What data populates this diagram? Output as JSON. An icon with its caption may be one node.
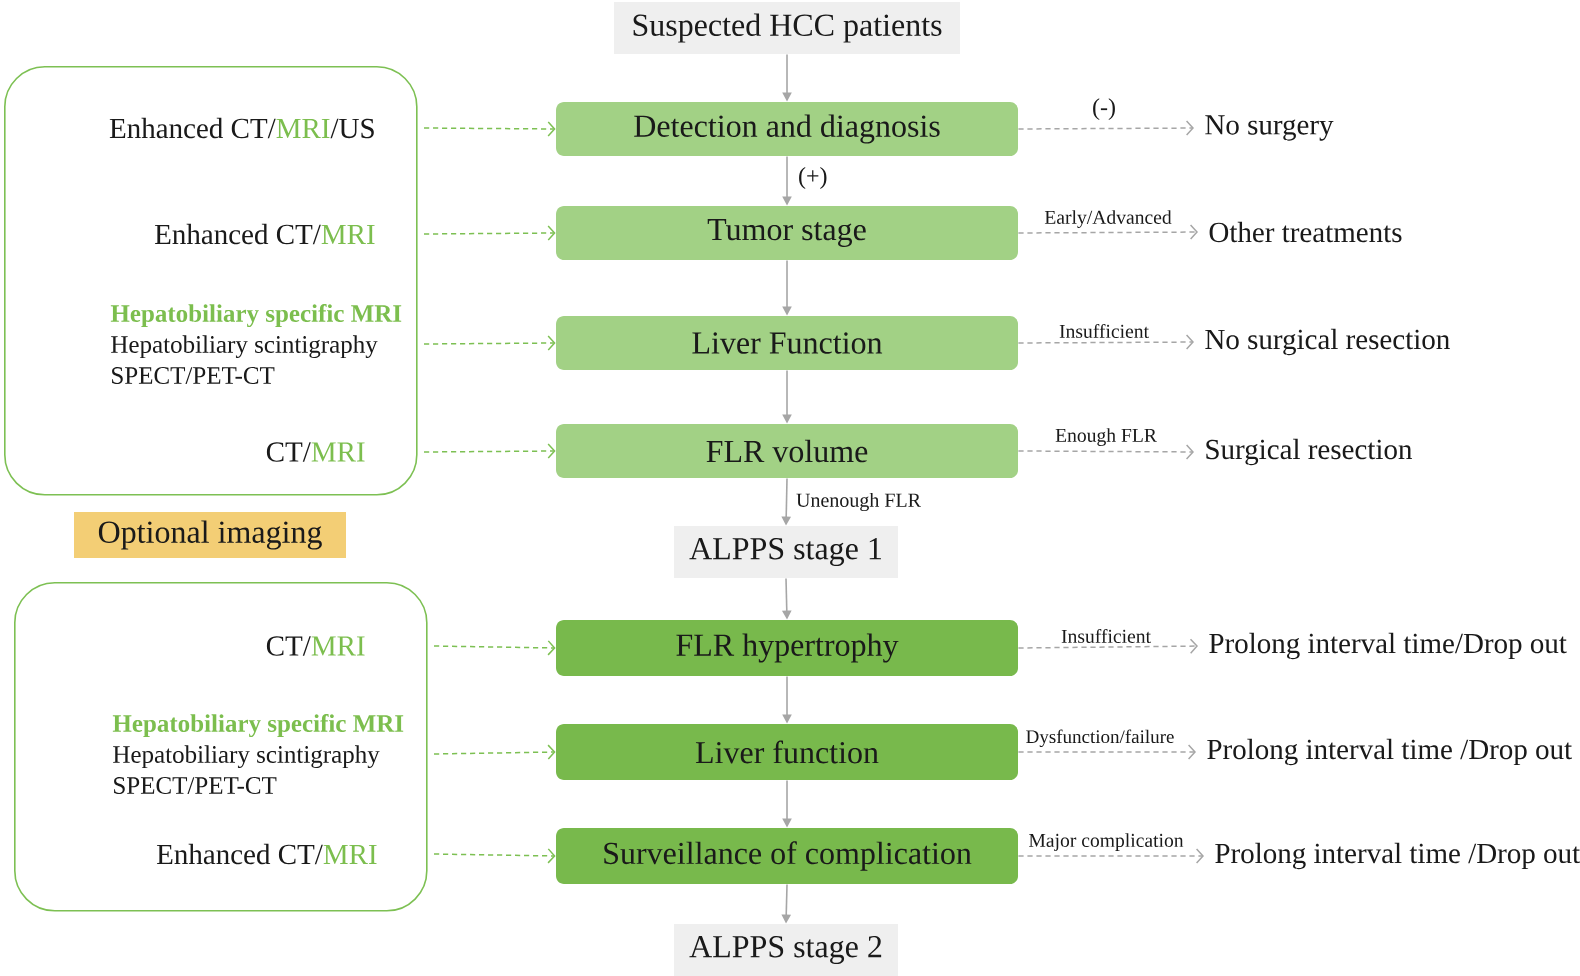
{
  "diagram": {
    "nodes": [
      {
        "text": [
          "Suspected HCC patients"
        ]
      },
      {
        "text": [],
        "shape": "box"
      },
      {
        "text": [
          "Enhanced CT/MRI/US"
        ],
        "in": 1
      },
      {
        "text": [
          "Detection and diagnosis"
        ]
      },
      {
        "text": [
          "No surgery"
        ]
      },
      {
        "text": [
          "Enhanced CT/MRI"
        ],
        "in": 1
      },
      {
        "text": [
          "Tumor stage"
        ]
      },
      {
        "text": [
          "Other treatments"
        ]
      },
      {
        "text": [
          "Hepatobiliary specific MRI",
          "Hepatobiliary scintigraphy",
          "SPECT/PET-CT"
        ],
        "in": 1
      },
      {
        "text": [
          "Liver Function"
        ]
      },
      {
        "text": [
          "No surgical resection"
        ]
      },
      {
        "text": [
          "CT/MRI"
        ],
        "in": 1
      },
      {
        "text": [
          "FLR volume"
        ]
      },
      {
        "text": [
          "Surgical resection"
        ]
      },
      {
        "text": [
          "Optional imaging"
        ]
      },
      {
        "text": [
          "ALPPS stage 1"
        ]
      },
      {
        "text": [],
        "shape": "box"
      },
      {
        "text": [
          "CT/MRI"
        ],
        "in": 16
      },
      {
        "text": [
          "FLR hypertrophy"
        ]
      },
      {
        "text": [
          "Prolong interval time/Drop out"
        ]
      },
      {
        "text": [
          "Hepatobiliary specific MRI",
          "Hepatobiliary scintigraphy",
          "SPECT/PET-CT"
        ],
        "in": 16
      },
      {
        "text": [
          "Liver function"
        ]
      },
      {
        "text": [
          "Prolong interval time /Drop out"
        ]
      },
      {
        "text": [
          "Enhanced CT/MRI"
        ],
        "in": 16
      },
      {
        "text": [
          "Surveillance of complication"
        ]
      },
      {
        "text": [
          "Prolong interval time /Drop out"
        ]
      },
      {
        "text": [
          "ALPPS stage 2"
        ]
      }
    ],
    "edges": [
      {
        "from": 0,
        "to": 3,
        "arrow": "to"
      },
      {
        "from": 3,
        "to": 6,
        "arrow": "to",
        "label": "(+)"
      },
      {
        "from": 6,
        "to": 9,
        "arrow": "to"
      },
      {
        "from": 9,
        "to": 12,
        "arrow": "to"
      },
      {
        "from": 12,
        "to": 15,
        "arrow": "to",
        "label": "Unenough FLR"
      },
      {
        "from": 15,
        "to": 18,
        "arrow": "to"
      },
      {
        "from": 18,
        "to": 21,
        "arrow": "to"
      },
      {
        "from": 21,
        "to": 24,
        "arrow": "to"
      },
      {
        "from": 24,
        "to": 26,
        "arrow": "to"
      },
      {
        "from": 3,
        "to": 4,
        "arrow": "to",
        "label": "(-)",
        "style": "dashed"
      },
      {
        "from": 6,
        "to": 7,
        "arrow": "to",
        "label": "Early/Advanced",
        "style": "dashed"
      },
      {
        "from": 9,
        "to": 10,
        "arrow": "to",
        "label": "Insufficient",
        "style": "dashed"
      },
      {
        "from": 12,
        "to": 13,
        "arrow": "to",
        "label": "Enough FLR",
        "style": "dashed"
      },
      {
        "from": 18,
        "to": 19,
        "arrow": "to",
        "label": "Insufficient",
        "style": "dashed"
      },
      {
        "from": 21,
        "to": 22,
        "arrow": "to",
        "label": "Dysfunction/failure",
        "style": "dashed"
      },
      {
        "from": 24,
        "to": 25,
        "arrow": "to",
        "label": "Major complication",
        "style": "dashed"
      },
      {
        "from": 2,
        "to": 3,
        "arrow": "to",
        "style": "dashed",
        "color": "#7dc053"
      },
      {
        "from": 5,
        "to": 6,
        "arrow": "to",
        "style": "dashed",
        "color": "#7dc053"
      },
      {
        "from": 8,
        "to": 9,
        "arrow": "to",
        "style": "dashed",
        "color": "#7dc053"
      },
      {
        "from": 11,
        "to": 12,
        "arrow": "to",
        "style": "dashed",
        "color": "#7dc053"
      },
      {
        "from": 17,
        "to": 18,
        "arrow": "to",
        "style": "dashed",
        "color": "#7dc053"
      },
      {
        "from": 20,
        "to": 21,
        "arrow": "to",
        "style": "dashed",
        "color": "#7dc053"
      },
      {
        "from": 23,
        "to": 24,
        "arrow": "to",
        "style": "dashed",
        "color": "#7dc053"
      }
    ]
  }
}
